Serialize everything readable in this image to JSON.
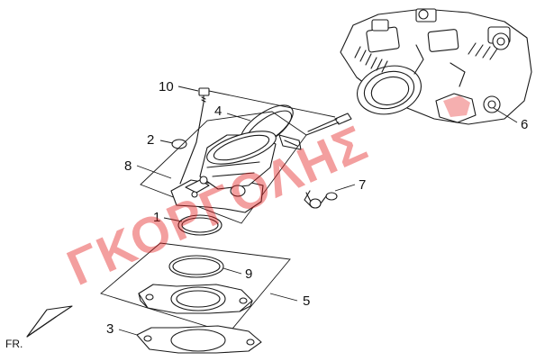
{
  "diagram": {
    "callouts": [
      "10",
      "4",
      "2",
      "8",
      "1",
      "9",
      "5",
      "3",
      "7",
      "6"
    ],
    "direction_label": "FR.",
    "watermark": "ΓΚΟΡΓΟΛΗΣ"
  }
}
